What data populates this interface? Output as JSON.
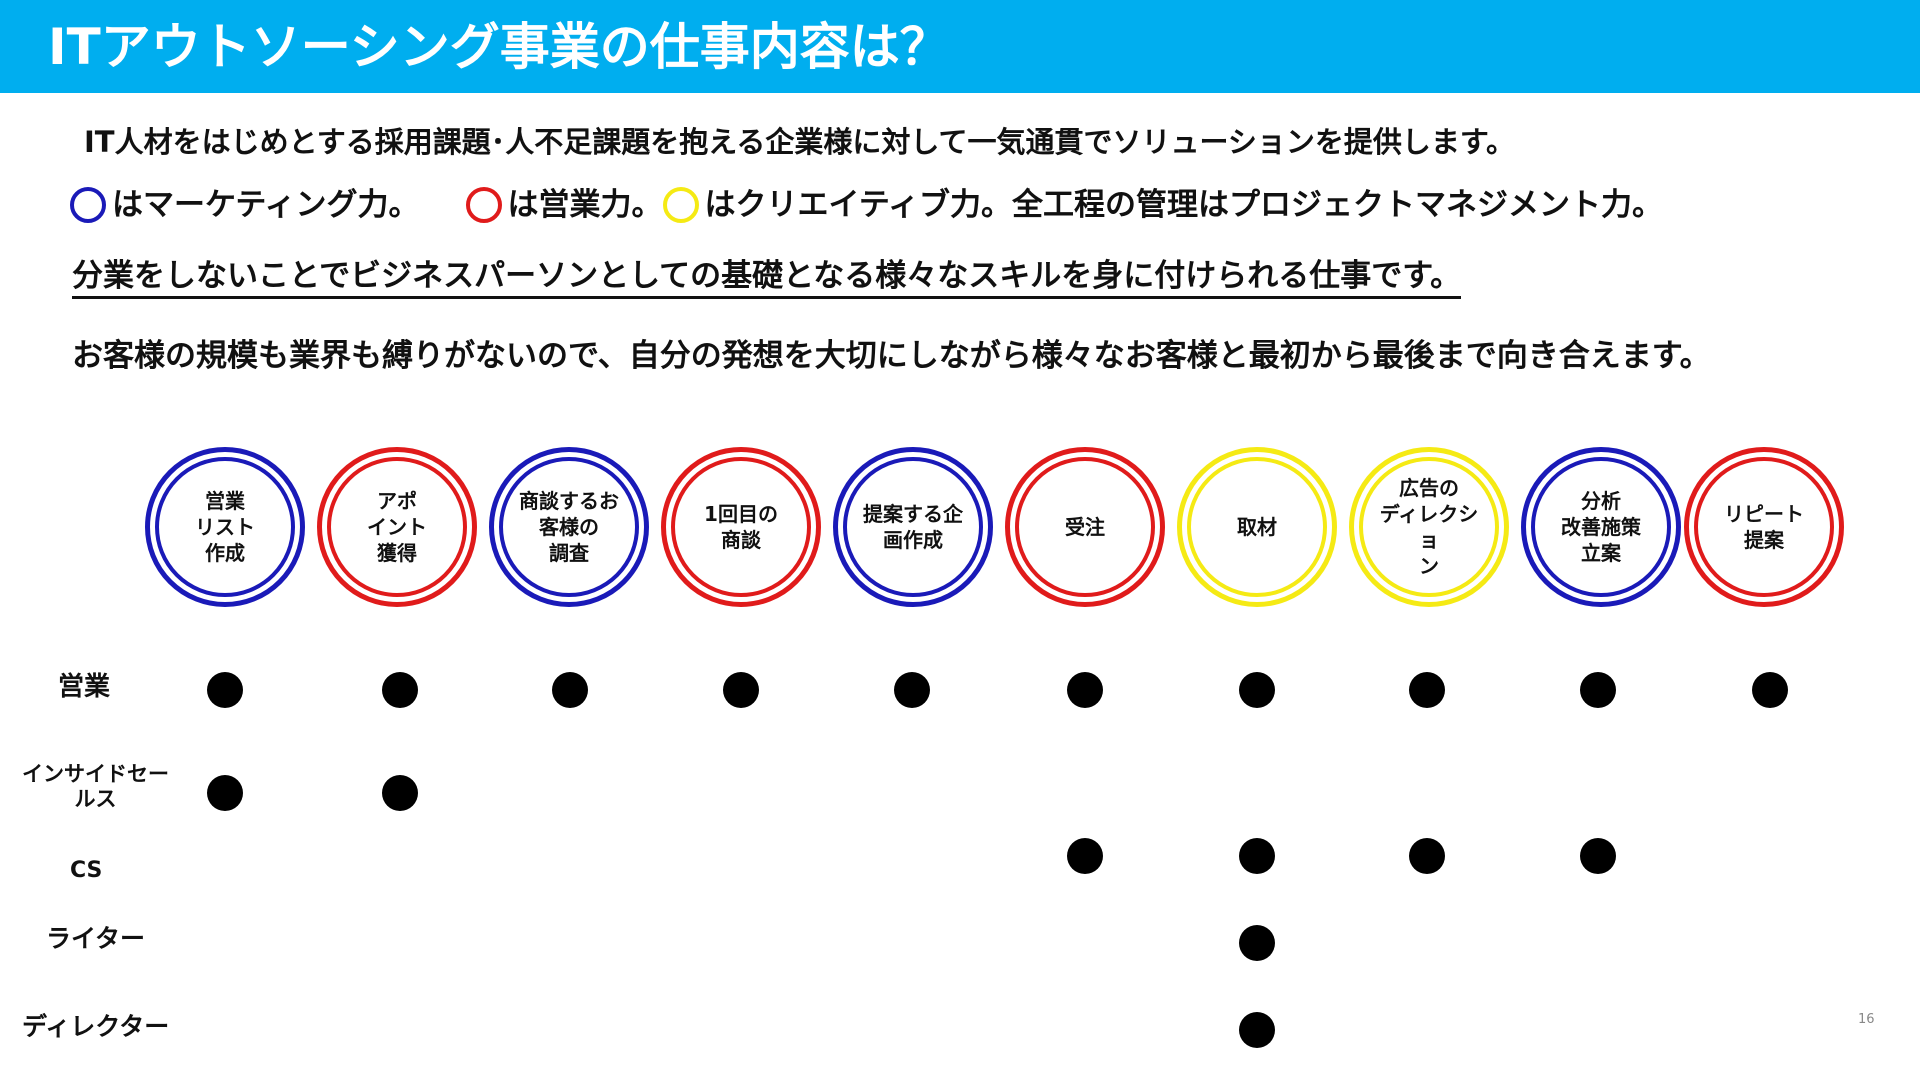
{
  "header": {
    "title": "ITアウトソーシング事業の仕事内容は？"
  },
  "intro": {
    "line1": "IT人材をはじめとする採用課題･人不足課題を抱える企業様に対して一気通貫でソリューションを提供します。",
    "legend": [
      {
        "text": "はマーケティング力。",
        "color": "#1A1AB8"
      },
      {
        "text": "は営業力。",
        "color": "#E01B1B"
      },
      {
        "text": "はクリエイティブ力。全工程の管理はプロジェクトマネジメント力。",
        "color": "#F5EA14"
      }
    ],
    "line3": "分業をしないことでビジネスパーソンとしての基礎となる様々なスキルを身に付けられる仕事です。",
    "line4": "お客様の規模も業界も縛りがないので、自分の発想を大切にしながら様々なお客様と最初から最後まで向き合えます。"
  },
  "colors": {
    "blue": "#1A1AB8",
    "red": "#E01B1B",
    "yellow": "#F5EA14",
    "header": "#00AEEF"
  },
  "steps": [
    {
      "label": "営業\nリスト\n作成",
      "color": "blue"
    },
    {
      "label": "アポ\nイント\n獲得",
      "color": "red"
    },
    {
      "label": "商談するお\n客様の\n調査",
      "color": "blue"
    },
    {
      "label": "1回目の\n商談",
      "color": "red"
    },
    {
      "label": "提案する企\n画作成",
      "color": "blue"
    },
    {
      "label": "受注",
      "color": "red"
    },
    {
      "label": "取材",
      "color": "yellow"
    },
    {
      "label": "広告の\nディレクショ\nン",
      "color": "yellow"
    },
    {
      "label": "分析\n改善施策\n立案",
      "color": "blue"
    },
    {
      "label": "リピート\n提案",
      "color": "red"
    }
  ],
  "roles": [
    {
      "label": "営業",
      "steps": [
        0,
        1,
        2,
        3,
        4,
        5,
        6,
        7,
        8,
        9
      ]
    },
    {
      "label": "インサイドセー\nルス",
      "steps": [
        0,
        1
      ]
    },
    {
      "label": "CS",
      "steps": [
        5,
        6,
        7,
        8
      ]
    },
    {
      "label": "ライター",
      "steps": [
        6
      ]
    },
    {
      "label": "ディレクター",
      "steps": [
        6
      ]
    }
  ],
  "page_number": "16"
}
